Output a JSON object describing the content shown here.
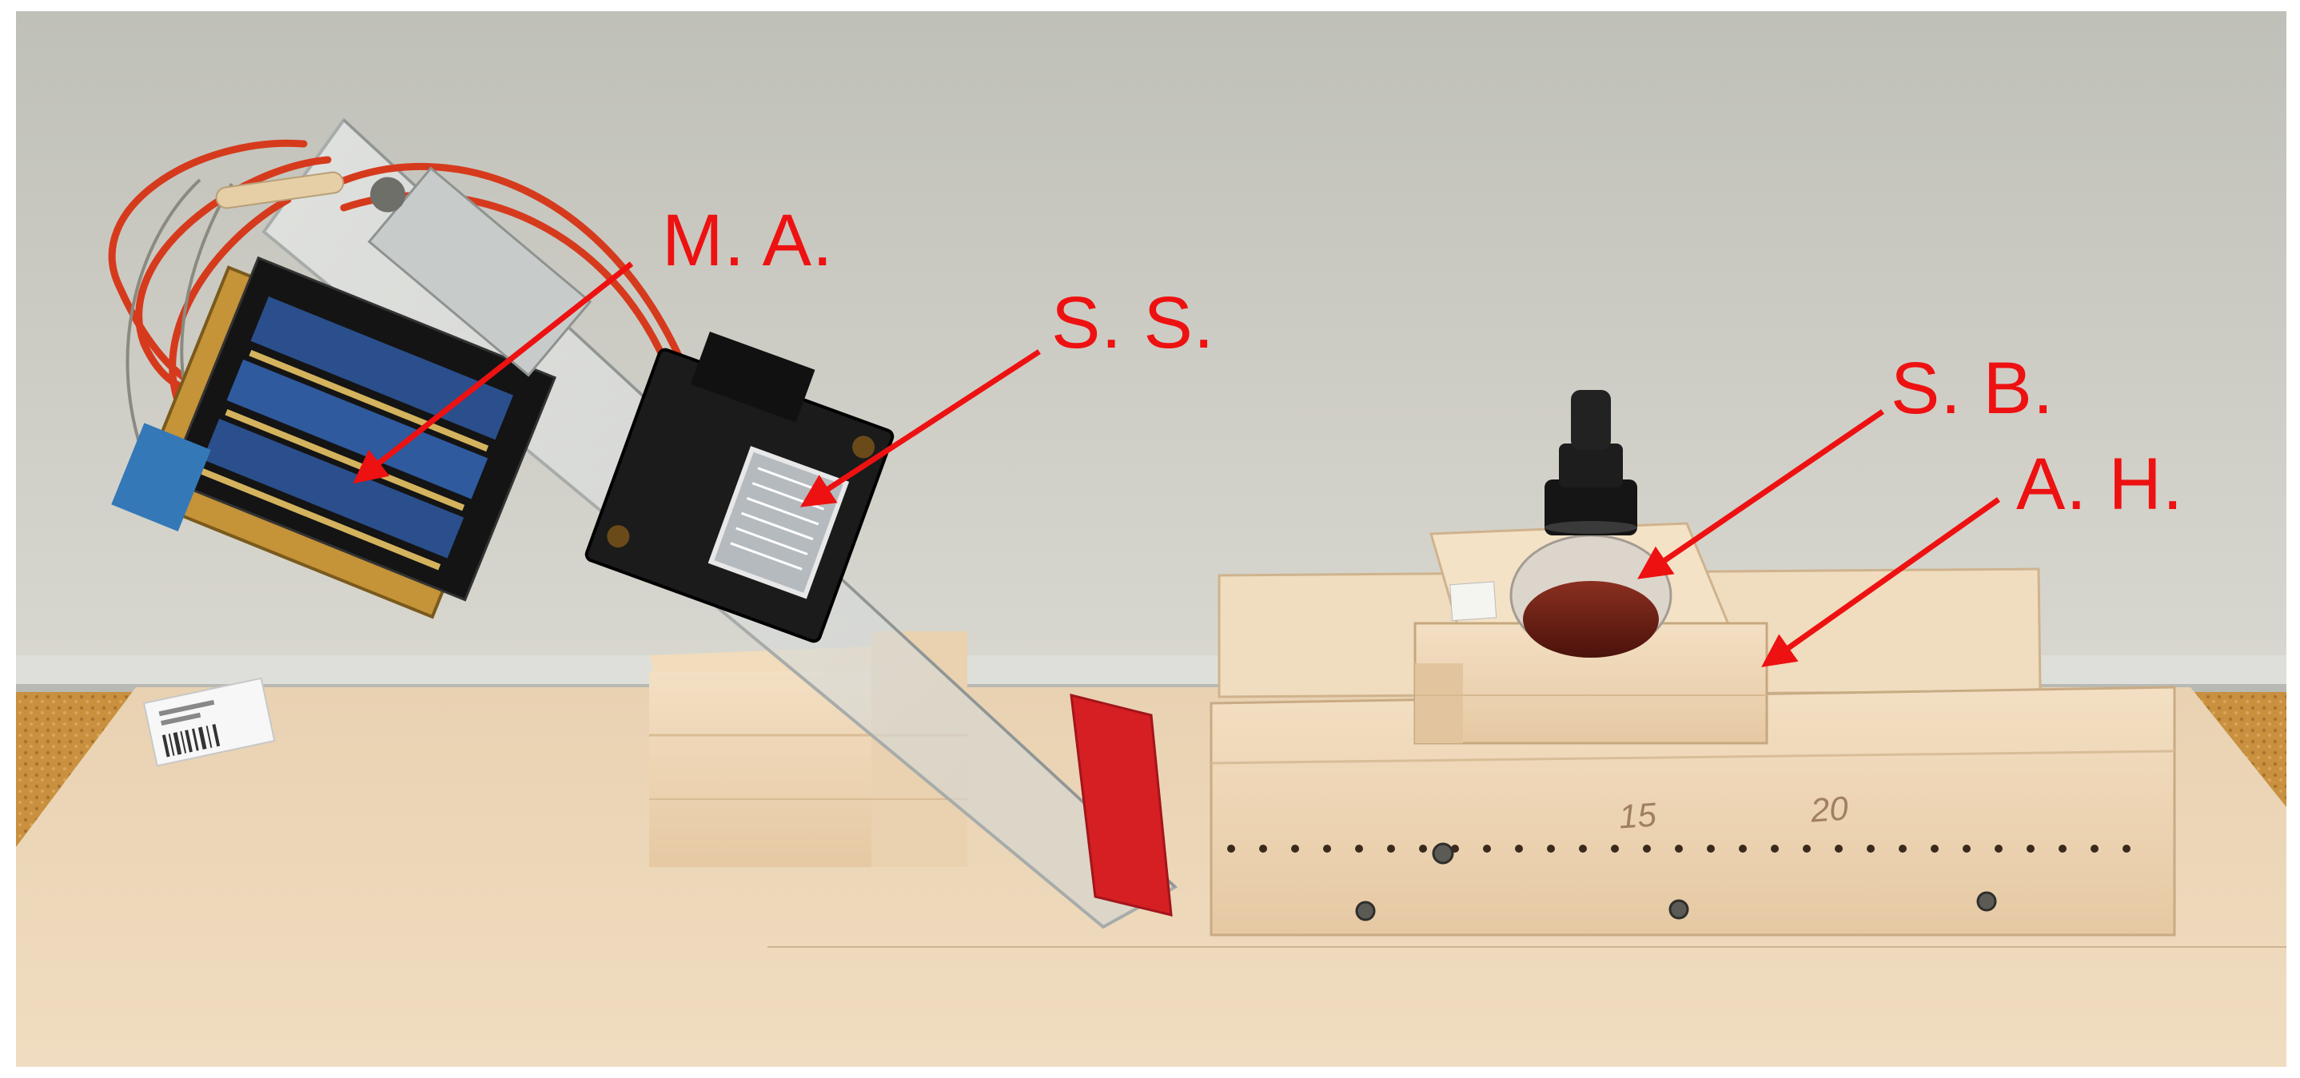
{
  "photo": {
    "labels": {
      "ma": "M. A.",
      "ss": "S. S.",
      "sb": "S. B.",
      "ah": "A. H."
    },
    "scale_marks": [
      "15",
      "20"
    ],
    "colors": {
      "annotation": "#ee1111",
      "wall": "#c9c8c0",
      "wood": "#e8cfae",
      "carpet": "#c98c3c"
    }
  }
}
